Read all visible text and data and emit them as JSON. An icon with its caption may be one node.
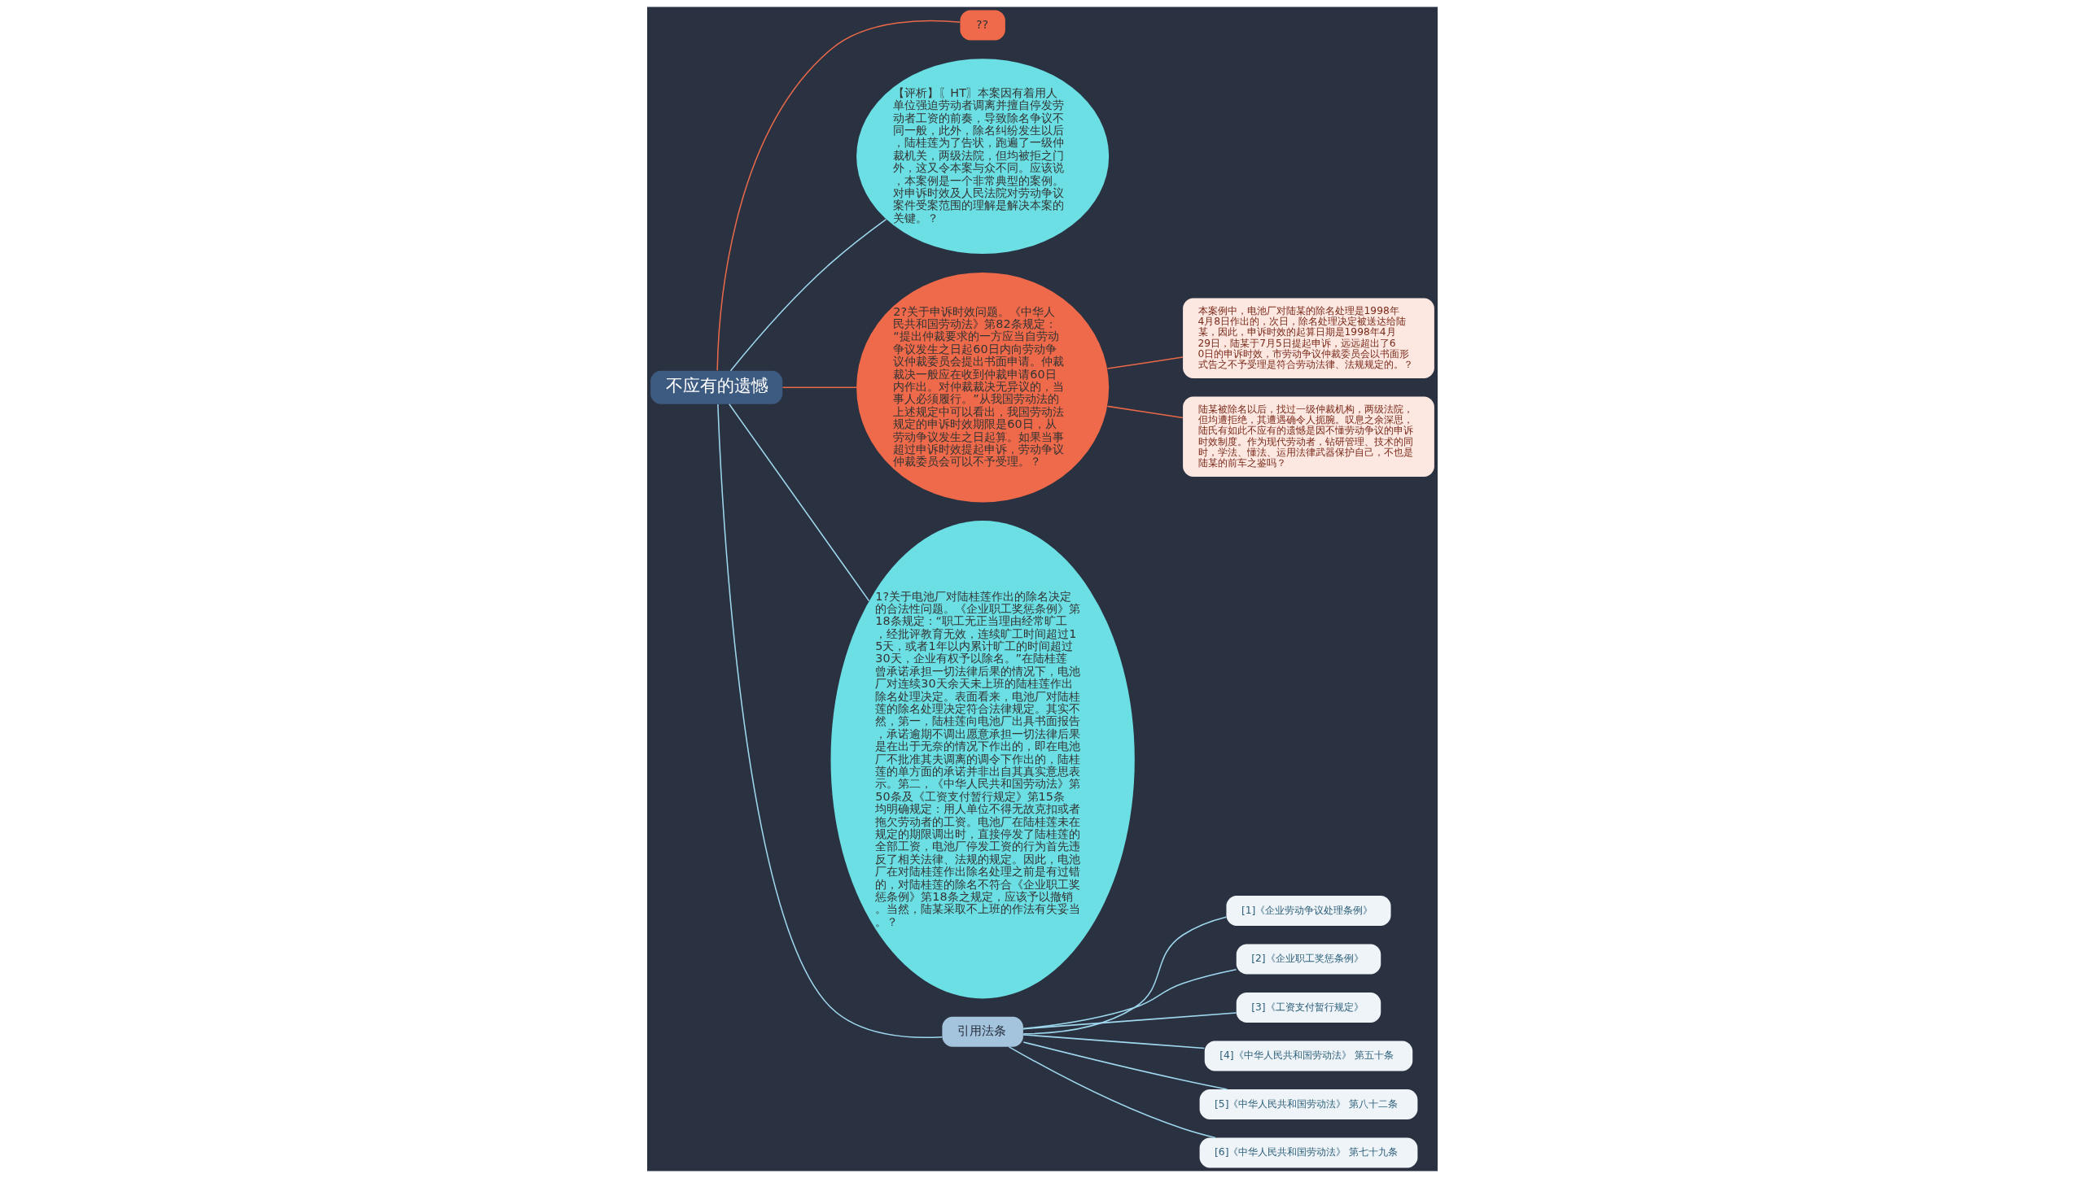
{
  "diagram": {
    "nodes": [
      {
        "text": [
          "不应有的遗憾"
        ]
      },
      {
        "text": [
          "??"
        ]
      },
      {
        "text": [
          "【评析】〖HT〗本案因有着用人单位强迫劳动者调离并擅自停发劳动者工资的前奏，导致除名争议不同一般，此外，除名纠纷发生以后，陆桂莲为了告状，跑遍了一级仲裁机关，两级法院，但均被拒之门外，这又令本案与众不同。应该说，本案例是一个非常典型的案例。对申诉时效及人民法院对劳动争议案件受案范围的理解是解决本案的关键。？"
        ]
      },
      {
        "text": [
          "2?关于申诉时效问题。《中华人民共和国劳动法》第82条规定：“提出仲裁要求的一方应当自劳动争议发生之日起60日内向劳动争议仲裁委员会提出书面申请。仲裁裁决一般应在收到仲裁申请60日内作出。对仲裁裁决无异议的，当事人必须履行。”从我国劳动法的上述规定中可以看出，我国劳动法规定的申诉时效期限是60日，从劳动争议发生之日起算。如果当事超过申诉时效提起申诉，劳动争议仲裁委员会可以不予受理。？"
        ]
      },
      {
        "text": [
          "本案例中，电池厂对陆某的除名处理是1998年4月8日作出的，次日，除名处理决定被送达给陆某，因此，申诉时效的起算日期是1998年4月29日，陆某于7月5日提起申诉，远远超出了60日的申诉时效，市劳动争议仲裁委员会以书面形式告之不予受理是符合劳动法律、法规规定的。？"
        ]
      },
      {
        "text": [
          "陆某被除名以后，找过一级仲裁机构，两级法院，但均遭拒绝，其遭遇确令人扼腕。叹息之余深思，陆氏有如此不应有的遗憾是因不懂劳动争议的申诉时效制度。作为现代劳动者，钻研管理、技术的同时，学法、懂法、运用法律武器保护自己，不也是陆某的前车之鉴吗？"
        ]
      },
      {
        "text": [
          "1?关于电池厂对陆桂莲作出的除名决定的合法性问题。《企业职工奖惩条例》第18条规定：“职工无正当理由经常旷工，经批评教育无效，连续旷工时间超过15天，或者1年以内累计旷工的时间超过30天，企业有权予以除名。”在陆桂莲曾承诺承担一切法律后果的情况下，电池厂对连续30天余天未上班的陆桂莲作出除名处理决定。表面看来，电池厂对陆桂莲的除名处理决定符合法律规定。其实不然，第一，陆桂莲向电池厂出具书面报告，承诺逾期不调出愿意承担一切法律后果是在出于无奈的情况下作出的，即在电池厂不批准其夫调离的调令下作出的，陆桂莲的单方面的承诺并非出自其真实意思表示。第二，《中华人民共和国劳动法》第50条及《工资支付暂行规定》第15条均明确规定：用人单位不得无故克扣或者拖欠劳动者的工资。电池厂在陆桂莲未在规定的期限调出时，直接停发了陆桂莲的全部工资，电池厂停发工资的行为首先违反了相关法律、法规的规定。因此，电池厂在对陆桂莲作出除名处理之前是有过错的，对陆桂莲的除名不符合《企业职工奖惩条例》第18条之规定，应该予以撤销。当然，陆某采取不上班的作法有失妥当。？"
        ]
      },
      {
        "text": [
          "引用法条"
        ]
      },
      {
        "text": [
          "[1]《企业劳动争议处理条例》"
        ]
      },
      {
        "text": [
          "[2]《企业职工奖惩条例》"
        ]
      },
      {
        "text": [
          "[3]《工资支付暂行规定》"
        ]
      },
      {
        "text": [
          "[4]《中华人民共和国劳动法》 第五十条"
        ]
      },
      {
        "text": [
          "[5]《中华人民共和国劳动法》 第八十二条"
        ]
      },
      {
        "text": [
          "[6]《中华人民共和国劳动法》 第七十九条"
        ]
      }
    ],
    "edges": [
      {
        "from": 0,
        "to": 1,
        "arrow": "none",
        "color": "#e8694a"
      },
      {
        "from": 0,
        "to": 2,
        "arrow": "none"
      },
      {
        "from": 0,
        "to": 3,
        "arrow": "none",
        "color": "#e8694a"
      },
      {
        "from": 3,
        "to": 4,
        "arrow": "none",
        "color": "#e8694a"
      },
      {
        "from": 3,
        "to": 5,
        "arrow": "none",
        "color": "#e8694a"
      },
      {
        "from": 0,
        "to": 6,
        "arrow": "none"
      },
      {
        "from": 0,
        "to": 7,
        "arrow": "none"
      },
      {
        "from": 7,
        "to": 8,
        "arrow": "none"
      },
      {
        "from": 7,
        "to": 9,
        "arrow": "none"
      },
      {
        "from": 7,
        "to": 10,
        "arrow": "none"
      },
      {
        "from": 7,
        "to": 11,
        "arrow": "none"
      },
      {
        "from": 7,
        "to": 12,
        "arrow": "none"
      },
      {
        "from": 7,
        "to": 13,
        "arrow": "none"
      }
    ]
  }
}
